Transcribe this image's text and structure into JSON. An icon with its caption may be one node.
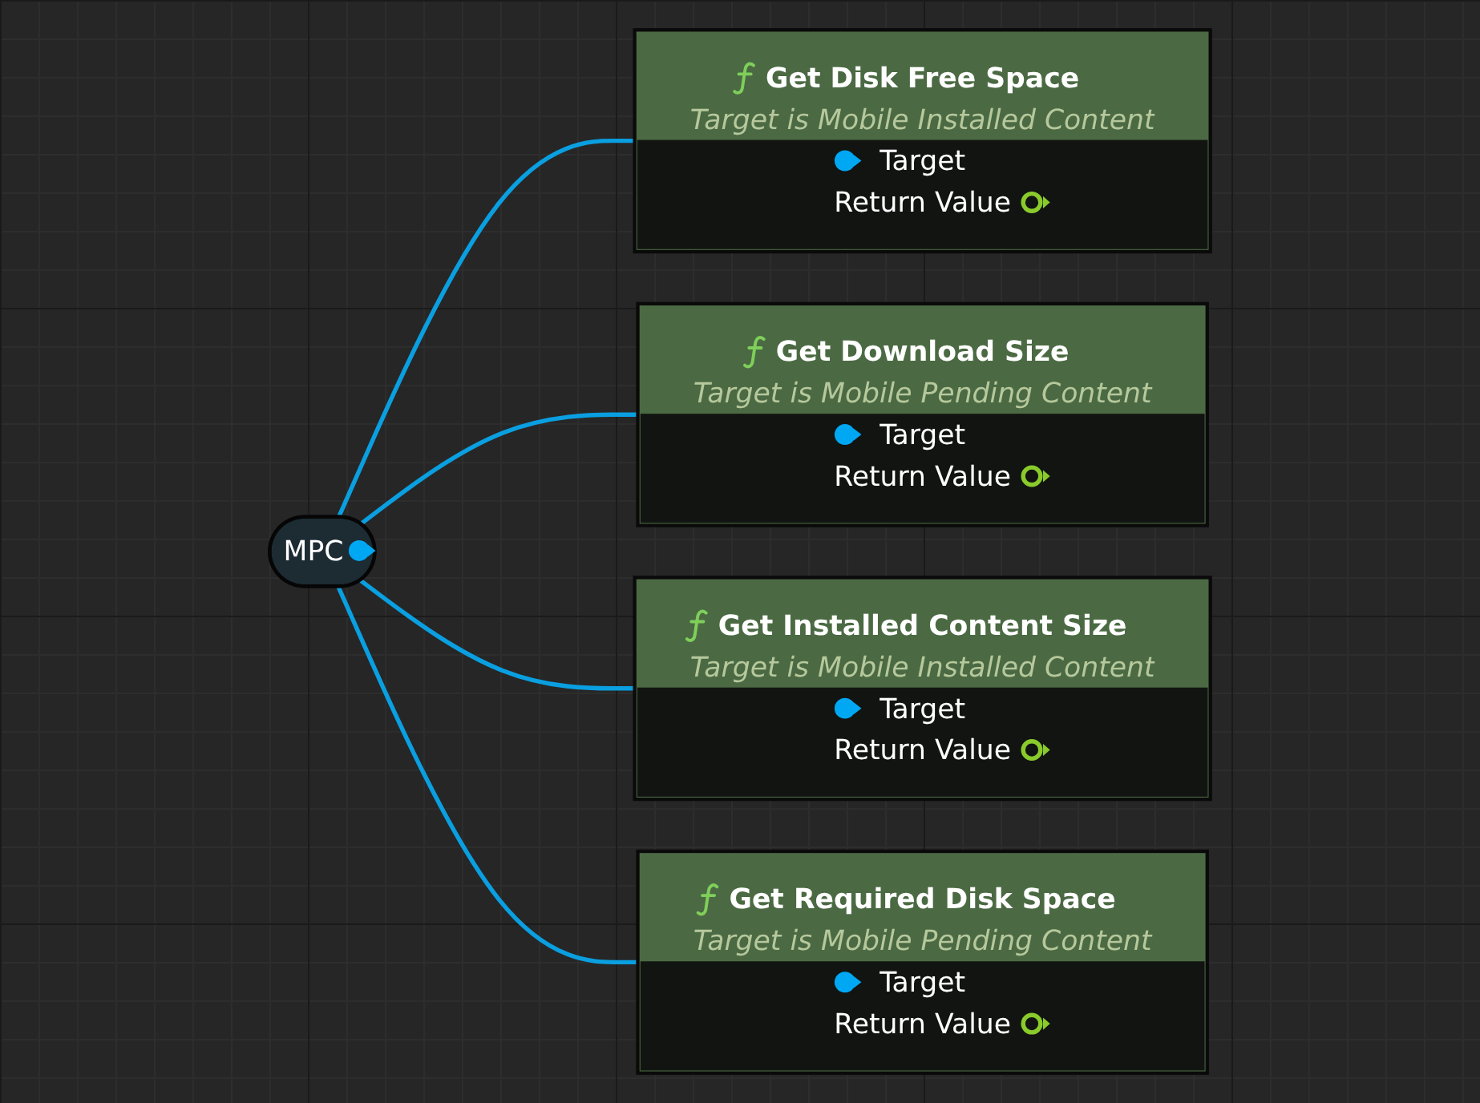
{
  "diagram": {
    "nodes": [
      {
        "text": [
          "MPC"
        ]
      },
      {
        "text": [
          "Get Disk Free Space",
          "Target is Mobile Installed Content",
          "Target",
          "Return Value"
        ]
      },
      {
        "text": [
          "Get Download Size",
          "Target is Mobile Pending Content",
          "Target",
          "Return Value"
        ]
      },
      {
        "text": [
          "Get Installed Content Size",
          "Target is Mobile Installed Content",
          "Target",
          "Return Value"
        ]
      },
      {
        "text": [
          "Get Required Disk Space",
          "Target is Mobile Pending Content",
          "Target",
          "Return Value"
        ]
      }
    ],
    "edges": [
      {
        "from": 0,
        "to": 1,
        "arrow": "none"
      },
      {
        "from": 0,
        "to": 2,
        "arrow": "none"
      },
      {
        "from": 0,
        "to": 3,
        "arrow": "none"
      },
      {
        "from": 0,
        "to": 4,
        "arrow": "none"
      }
    ]
  }
}
